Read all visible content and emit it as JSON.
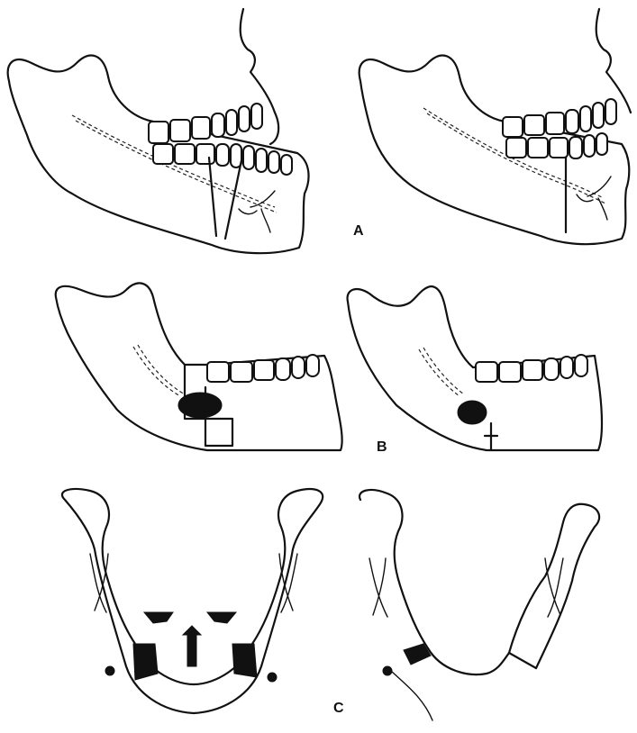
{
  "figure": {
    "panel_labels": [
      "A",
      "B",
      "C"
    ]
  },
  "colors": {
    "line": "#111111",
    "background": "#ffffff"
  }
}
